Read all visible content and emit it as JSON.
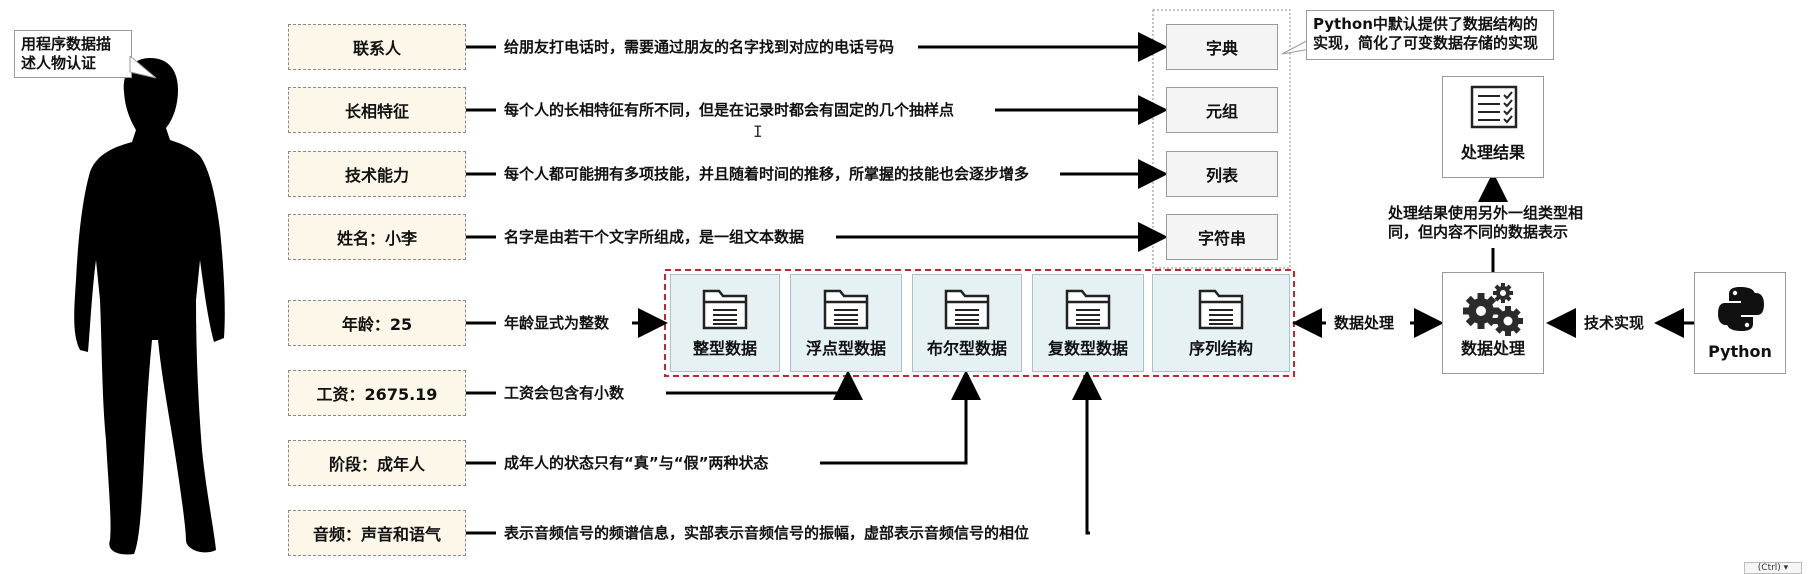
{
  "person_callout": "用程序数据描述人物认证",
  "attributes": [
    {
      "label": "联系人",
      "desc": "给朋友打电话时，需要通过朋友的名字找到对应的电话号码"
    },
    {
      "label": "长相特征",
      "desc": "每个人的长相特征有所不同，但是在记录时都会有固定的几个抽样点"
    },
    {
      "label": "技术能力",
      "desc": "每个人都可能拥有多项技能，并且随着时间的推移，所掌握的技能也会逐步增多"
    },
    {
      "label": "姓名：小李",
      "desc": "名字是由若干个文字所组成，是一组文本数据"
    },
    {
      "label": "年龄：25",
      "desc": "年龄显式为整数"
    },
    {
      "label": "工资：2675.19",
      "desc": "工资会包含有小数"
    },
    {
      "label": "阶段：成年人",
      "desc": "成年人的状态只有“真”与“假”两种状态"
    },
    {
      "label": "音频：声音和语气",
      "desc": "表示音频信号的频谱信息，实部表示音频信号的振幅，虚部表示音频信号的相位"
    }
  ],
  "sequence_types": [
    "字典",
    "元组",
    "列表",
    "字符串"
  ],
  "python_callout": "Python中默认提供了数据结构的实现，简化了可变数据存储的实现",
  "data_types": [
    "整型数据",
    "浮点型数据",
    "布尔型数据",
    "复数型数据",
    "序列结构"
  ],
  "flow": {
    "processing_label": "数据处理",
    "processing_box": "数据处理",
    "tech_label": "技术实现",
    "python_box": "Python",
    "result_box": "处理结果",
    "result_note": "处理结果使用另外一组类型相同，但内容不同的数据表示"
  },
  "ctrl_badge": "(Ctrl) ▾",
  "colors": {
    "attr_fill": "#fdf7ea",
    "type_fill": "#e5f1f3",
    "dashed_red": "#c0282d"
  }
}
